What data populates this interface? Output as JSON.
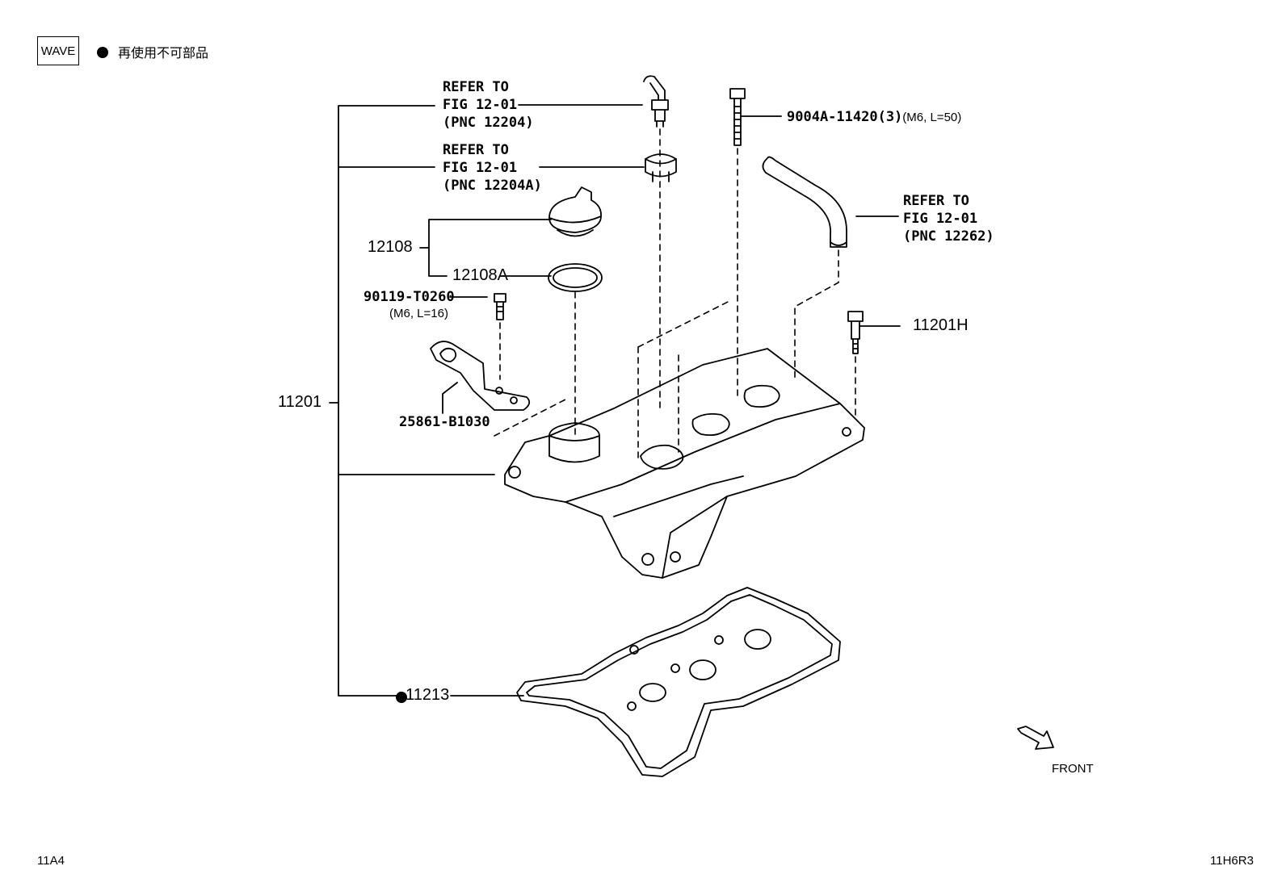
{
  "header": {
    "wave_label": "WAVE",
    "legend_text": "再使用不可部品",
    "legend_icon": "filled-circle-icon"
  },
  "callouts": {
    "refer1": [
      "REFER TO",
      "FIG 12-01",
      "(PNC 12204)"
    ],
    "refer2": [
      "REFER TO",
      "FIG 12-01",
      "(PNC 12204A)"
    ],
    "refer3": [
      "REFER TO",
      "FIG 12-01",
      "(PNC 12262)"
    ],
    "bolt_top": {
      "part": "9004A-11420(3)",
      "spec": "(M6, L=50)"
    },
    "bolt_left": {
      "part": "90119-T0260",
      "spec": "(M6, L=16)"
    },
    "p12108": "12108",
    "p12108A": "12108A",
    "p11201": "11201",
    "p11201H": "11201H",
    "p25861": "25861-B1030",
    "p11213": "●11213",
    "front": "FRONT"
  },
  "footer": {
    "left_code": "11A4",
    "right_code": "11H6R3"
  }
}
